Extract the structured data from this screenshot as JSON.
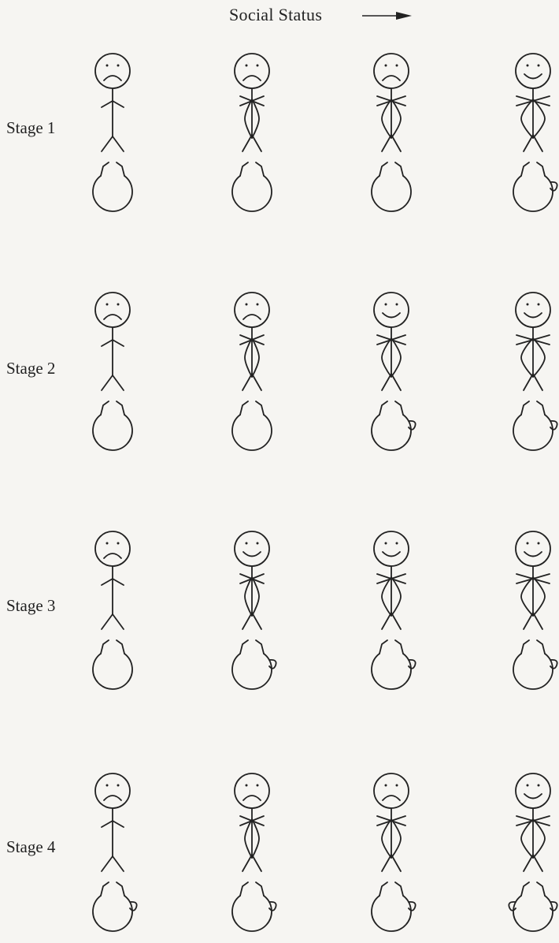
{
  "header": {
    "social_status_label": "Social Status"
  },
  "stages": [
    {
      "label": "Stage 1",
      "figures": [
        {
          "face": "frown",
          "body": "stick",
          "pot": "plain"
        },
        {
          "face": "frown",
          "body": "oval-sm",
          "pot": "plain"
        },
        {
          "face": "frown",
          "body": "oval-md",
          "pot": "plain"
        },
        {
          "face": "smile",
          "body": "oval-lg",
          "pot": "knob"
        }
      ]
    },
    {
      "label": "Stage 2",
      "figures": [
        {
          "face": "frown",
          "body": "stick",
          "pot": "plain"
        },
        {
          "face": "frown",
          "body": "oval-sm",
          "pot": "plain"
        },
        {
          "face": "smile",
          "body": "oval-md",
          "pot": "knob"
        },
        {
          "face": "smile",
          "body": "oval-lg",
          "pot": "knob"
        }
      ]
    },
    {
      "label": "Stage 3",
      "figures": [
        {
          "face": "frown",
          "body": "stick",
          "pot": "plain"
        },
        {
          "face": "smile",
          "body": "oval-sm",
          "pot": "knob"
        },
        {
          "face": "smile",
          "body": "oval-md",
          "pot": "knob"
        },
        {
          "face": "smile",
          "body": "oval-lg",
          "pot": "knob"
        }
      ]
    },
    {
      "label": "Stage 4",
      "figures": [
        {
          "face": "frown",
          "body": "stick",
          "pot": "knob"
        },
        {
          "face": "frown",
          "body": "oval-sm",
          "pot": "knob"
        },
        {
          "face": "frown",
          "body": "oval-md",
          "pot": "knob"
        },
        {
          "face": "smile",
          "body": "oval-lg",
          "pot": "double-knob"
        }
      ]
    }
  ]
}
